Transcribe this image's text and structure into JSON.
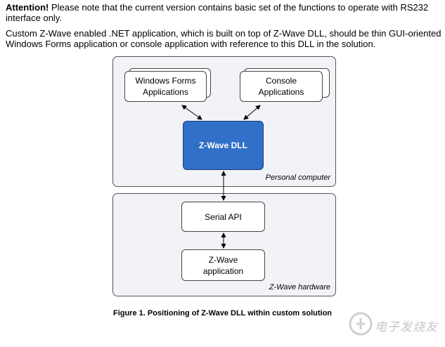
{
  "text": {
    "attention_label": "Attention!",
    "attention_body": " Please note that the current version contains basic set of the functions to operate with RS232 interface only.",
    "paragraph": "Custom Z-Wave enabled .NET application, which is built on top of Z-Wave DLL, should be thin GUI-oriented Windows Forms application or console application with reference to this DLL in the solution."
  },
  "diagram": {
    "groups": {
      "personal_computer": "Personal computer",
      "zwave_hardware": "Z-Wave hardware"
    },
    "nodes": {
      "windows_forms": "Windows Forms\nApplications",
      "console": "Console\nApplications",
      "zwave_dll": "Z-Wave DLL",
      "serial_api": "Serial API",
      "zwave_application": "Z-Wave\napplication"
    },
    "colors": {
      "dll_fill": "#3070c8",
      "group_fill": "#f1f3f6"
    }
  },
  "caption": "Figure 1. Positioning of Z-Wave DLL within custom solution",
  "watermark": "电子发烧友"
}
